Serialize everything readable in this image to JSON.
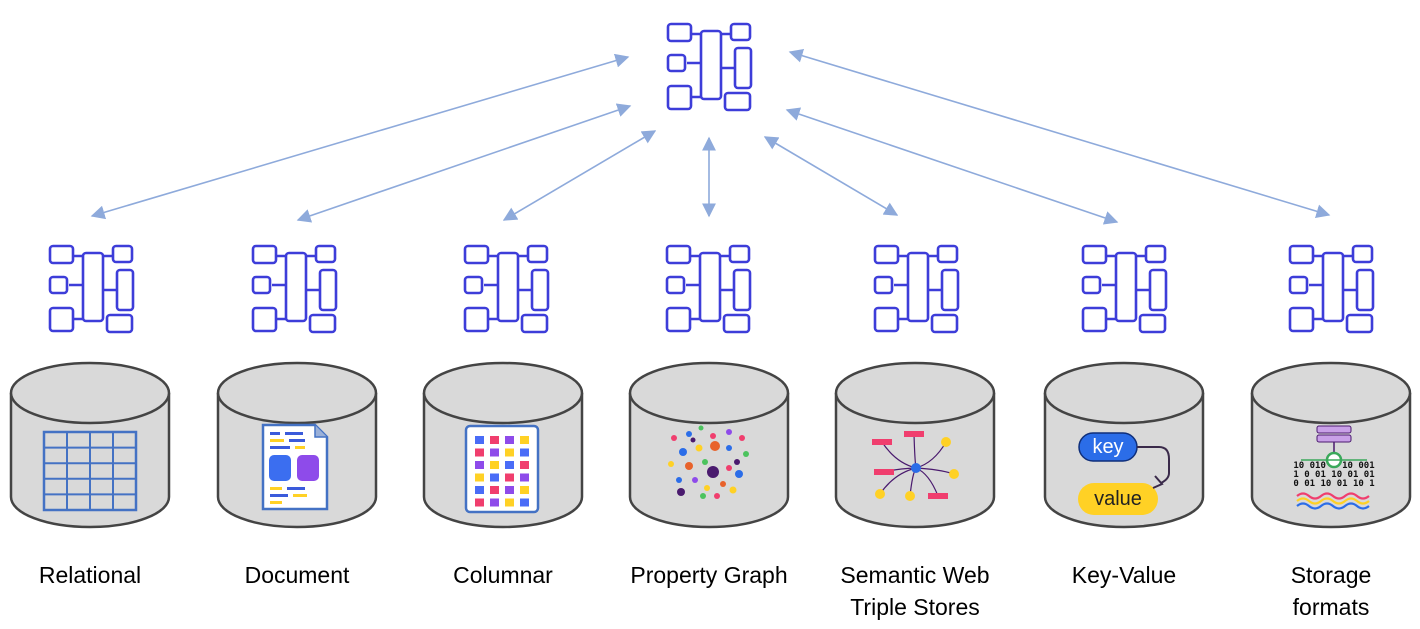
{
  "diagram": {
    "hub": {
      "icon": "schema-model-icon"
    },
    "stores": [
      {
        "id": "relational",
        "label_lines": [
          "Relational"
        ],
        "icon": "table-grid-icon",
        "schema_icon": "schema-model-icon"
      },
      {
        "id": "document",
        "label_lines": [
          "Document"
        ],
        "icon": "document-icon",
        "schema_icon": "schema-model-icon"
      },
      {
        "id": "columnar",
        "label_lines": [
          "Columnar"
        ],
        "icon": "columnar-grid-icon",
        "schema_icon": "schema-model-icon"
      },
      {
        "id": "property-graph",
        "label_lines": [
          "Property Graph"
        ],
        "icon": "dot-graph-icon",
        "schema_icon": "schema-model-icon"
      },
      {
        "id": "semantic-web",
        "label_lines": [
          "Semantic  Web",
          "Triple Stores"
        ],
        "icon": "triple-network-icon",
        "schema_icon": "schema-model-icon"
      },
      {
        "id": "key-value",
        "label_lines": [
          "Key-Value"
        ],
        "icon": "key-value-icon",
        "key_text": "key",
        "value_text": "value",
        "schema_icon": "schema-model-icon"
      },
      {
        "id": "storage-formats",
        "label_lines": [
          "Storage",
          "formats"
        ],
        "icon": "binary-storage-icon",
        "schema_icon": "schema-model-icon"
      }
    ],
    "colors": {
      "arrow": "#8eaadb",
      "schema_stroke": "#3d3dd9",
      "cylinder_fill": "#d9d9d9",
      "cylinder_stroke": "#444444",
      "table_blue": "#4472c4",
      "key_blue": "#2b6de8",
      "value_yellow": "#ffd125"
    }
  }
}
